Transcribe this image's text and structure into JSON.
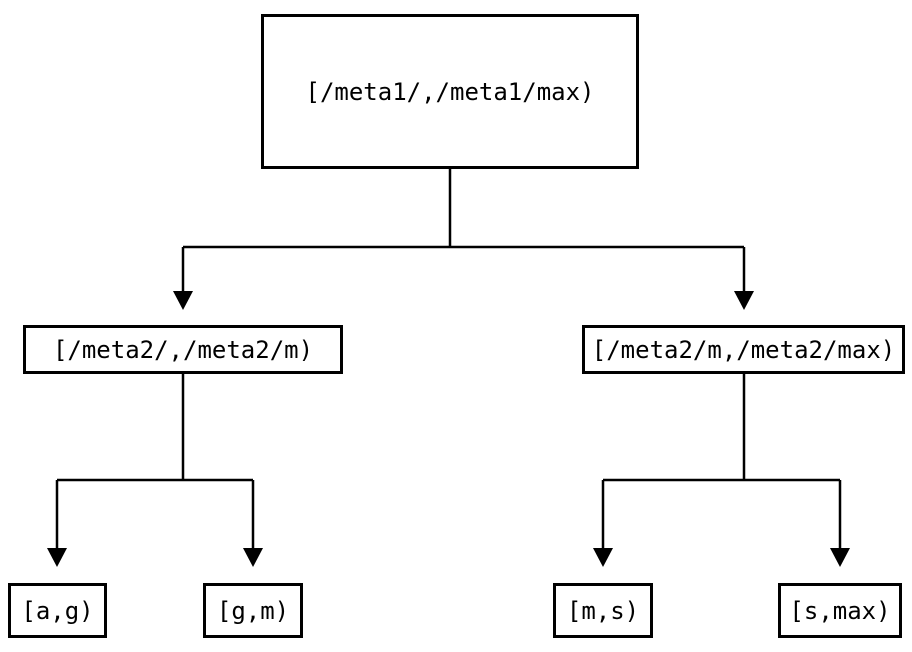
{
  "page": {
    "background_color": "#ffffff",
    "line_color": "#000000",
    "border_color": "#000000",
    "text_color": "#000000"
  },
  "tree": {
    "root": {
      "label": "[/meta1/,/meta1/max)",
      "children": [
        {
          "label": "[/meta2/,/meta2/m)",
          "children": [
            {
              "label": "[a,g)"
            },
            {
              "label": "[g,m)"
            }
          ]
        },
        {
          "label": "[/meta2/m,/meta2/max)",
          "children": [
            {
              "label": "[m,s)"
            },
            {
              "label": "[s,max)"
            }
          ]
        }
      ]
    }
  }
}
